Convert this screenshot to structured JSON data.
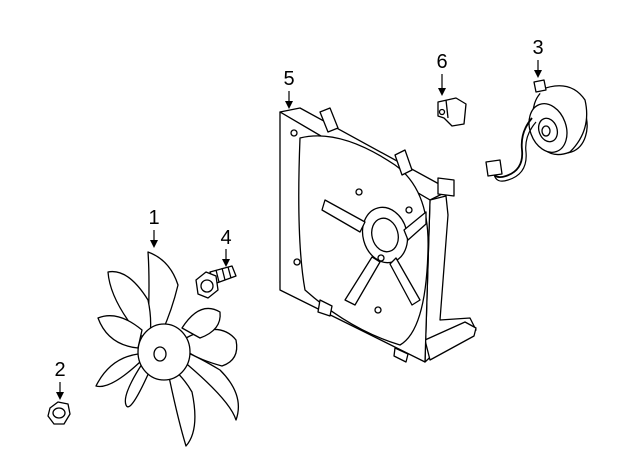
{
  "callouts": [
    {
      "id": "1",
      "label": "1"
    },
    {
      "id": "2",
      "label": "2"
    },
    {
      "id": "3",
      "label": "3"
    },
    {
      "id": "4",
      "label": "4"
    },
    {
      "id": "5",
      "label": "5"
    },
    {
      "id": "6",
      "label": "6"
    }
  ],
  "colors": {
    "line": "#000000",
    "fill": "#ffffff",
    "background": "#ffffff"
  }
}
